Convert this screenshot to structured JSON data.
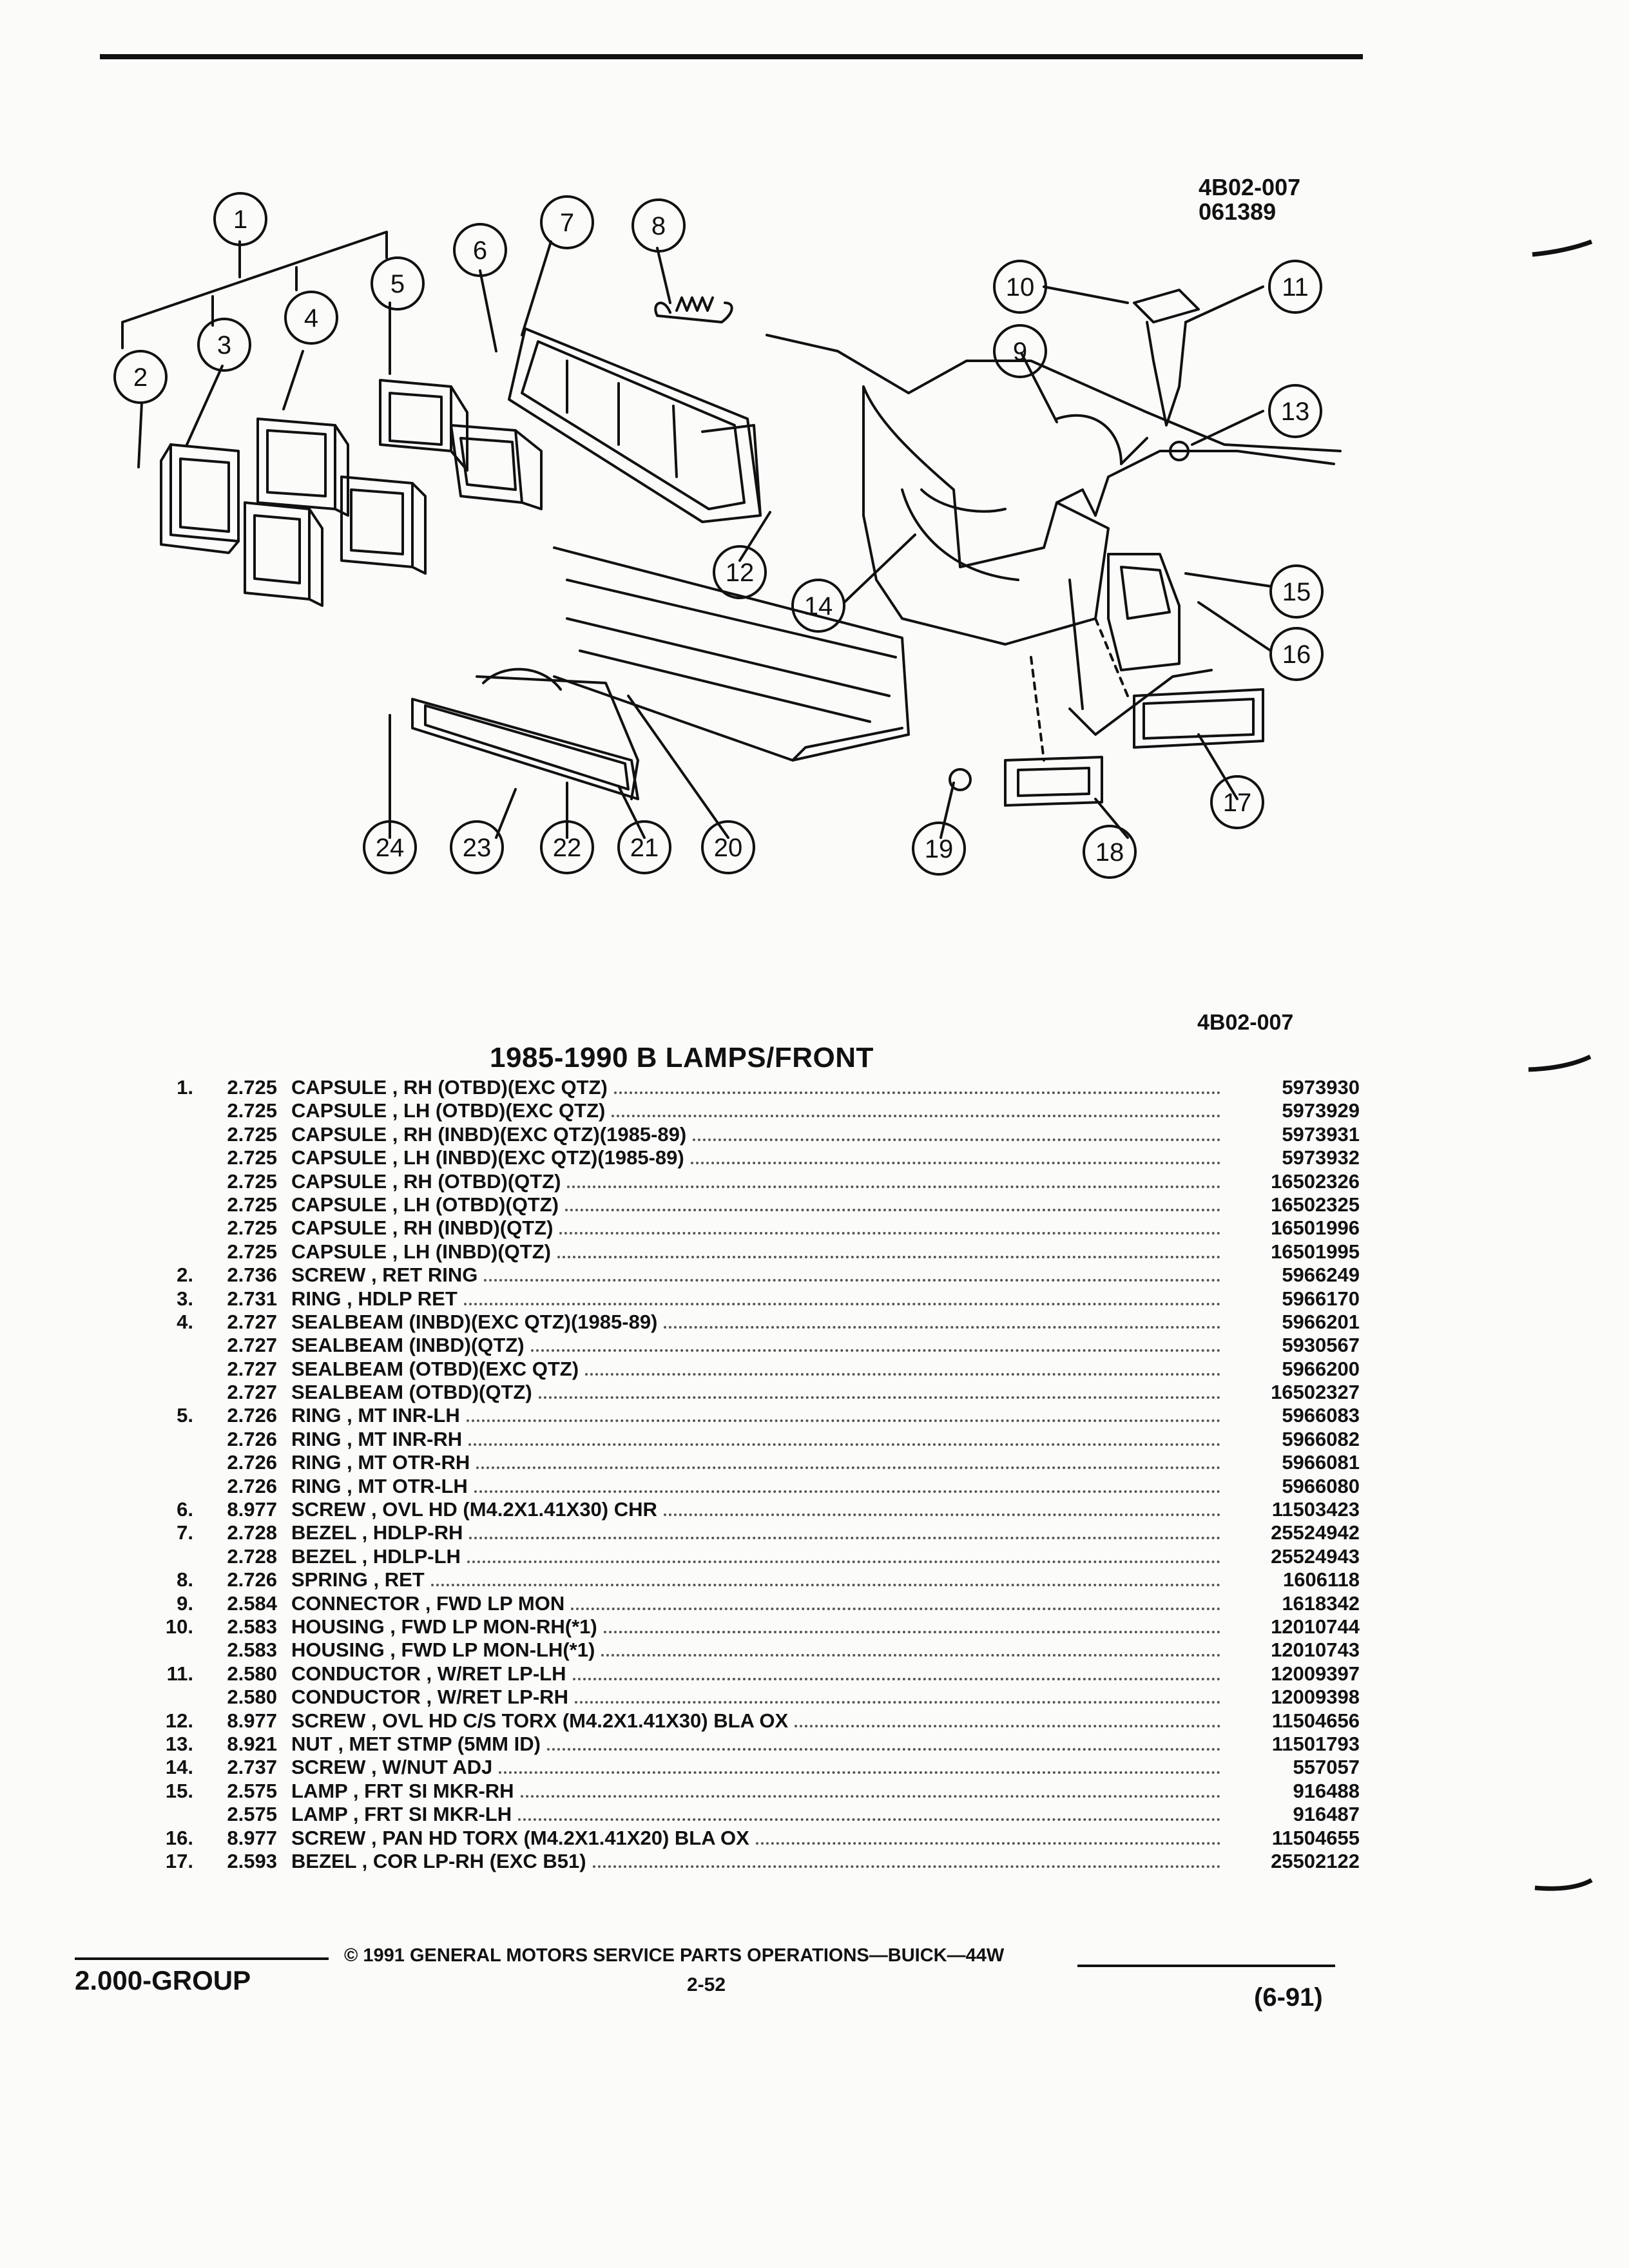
{
  "figure": {
    "ref_top": "4B02-007",
    "date_code": "061389",
    "ref_bottom": "4B02-007"
  },
  "callouts": [
    "1",
    "2",
    "3",
    "4",
    "5",
    "6",
    "7",
    "8",
    "9",
    "10",
    "11",
    "12",
    "13",
    "14",
    "15",
    "16",
    "17",
    "18",
    "19",
    "20",
    "21",
    "22",
    "23",
    "24"
  ],
  "title": "1985-1990 B LAMPS/FRONT",
  "parts": [
    {
      "item": "1.",
      "cat": "2.725",
      "desc": "CAPSULE , RH (OTBD)(EXC QTZ)",
      "pn": "5973930"
    },
    {
      "item": "",
      "cat": "2.725",
      "desc": "CAPSULE , LH (OTBD)(EXC QTZ)",
      "pn": "5973929"
    },
    {
      "item": "",
      "cat": "2.725",
      "desc": "CAPSULE , RH (INBD)(EXC QTZ)(1985-89)",
      "pn": "5973931"
    },
    {
      "item": "",
      "cat": "2.725",
      "desc": "CAPSULE , LH (INBD)(EXC QTZ)(1985-89)",
      "pn": "5973932"
    },
    {
      "item": "",
      "cat": "2.725",
      "desc": "CAPSULE , RH (OTBD)(QTZ)",
      "pn": "16502326"
    },
    {
      "item": "",
      "cat": "2.725",
      "desc": "CAPSULE , LH (OTBD)(QTZ)",
      "pn": "16502325"
    },
    {
      "item": "",
      "cat": "2.725",
      "desc": "CAPSULE , RH (INBD)(QTZ)",
      "pn": "16501996"
    },
    {
      "item": "",
      "cat": "2.725",
      "desc": "CAPSULE , LH (INBD)(QTZ)",
      "pn": "16501995"
    },
    {
      "item": "2.",
      "cat": "2.736",
      "desc": "SCREW , RET RING",
      "pn": "5966249"
    },
    {
      "item": "3.",
      "cat": "2.731",
      "desc": "RING , HDLP RET",
      "pn": "5966170"
    },
    {
      "item": "4.",
      "cat": "2.727",
      "desc": "SEALBEAM (INBD)(EXC QTZ)(1985-89)",
      "pn": "5966201"
    },
    {
      "item": "",
      "cat": "2.727",
      "desc": "SEALBEAM (INBD)(QTZ)",
      "pn": "5930567"
    },
    {
      "item": "",
      "cat": "2.727",
      "desc": "SEALBEAM (OTBD)(EXC QTZ)",
      "pn": "5966200"
    },
    {
      "item": "",
      "cat": "2.727",
      "desc": "SEALBEAM (OTBD)(QTZ)",
      "pn": "16502327"
    },
    {
      "item": "5.",
      "cat": "2.726",
      "desc": "RING , MT INR-LH",
      "pn": "5966083"
    },
    {
      "item": "",
      "cat": "2.726",
      "desc": "RING , MT INR-RH",
      "pn": "5966082"
    },
    {
      "item": "",
      "cat": "2.726",
      "desc": "RING , MT OTR-RH",
      "pn": "5966081"
    },
    {
      "item": "",
      "cat": "2.726",
      "desc": "RING , MT OTR-LH",
      "pn": "5966080"
    },
    {
      "item": "6.",
      "cat": "8.977",
      "desc": "SCREW , OVL HD (M4.2X1.41X30) CHR",
      "pn": "11503423"
    },
    {
      "item": "7.",
      "cat": "2.728",
      "desc": "BEZEL , HDLP-RH",
      "pn": "25524942"
    },
    {
      "item": "",
      "cat": "2.728",
      "desc": "BEZEL , HDLP-LH",
      "pn": "25524943"
    },
    {
      "item": "8.",
      "cat": "2.726",
      "desc": "SPRING , RET",
      "pn": "1606118"
    },
    {
      "item": "9.",
      "cat": "2.584",
      "desc": "CONNECTOR , FWD LP MON",
      "pn": "1618342"
    },
    {
      "item": "10.",
      "cat": "2.583",
      "desc": "HOUSING , FWD LP MON-RH(*1)",
      "pn": "12010744"
    },
    {
      "item": "",
      "cat": "2.583",
      "desc": "HOUSING , FWD LP MON-LH(*1)",
      "pn": "12010743"
    },
    {
      "item": "11.",
      "cat": "2.580",
      "desc": "CONDUCTOR , W/RET LP-LH",
      "pn": "12009397"
    },
    {
      "item": "",
      "cat": "2.580",
      "desc": "CONDUCTOR , W/RET LP-RH",
      "pn": "12009398"
    },
    {
      "item": "12.",
      "cat": "8.977",
      "desc": "SCREW , OVL HD C/S TORX (M4.2X1.41X30) BLA OX",
      "pn": "11504656"
    },
    {
      "item": "13.",
      "cat": "8.921",
      "desc": "NUT , MET STMP (5MM ID)",
      "pn": "11501793"
    },
    {
      "item": "14.",
      "cat": "2.737",
      "desc": "SCREW , W/NUT ADJ",
      "pn": "557057"
    },
    {
      "item": "15.",
      "cat": "2.575",
      "desc": "LAMP , FRT SI MKR-RH",
      "pn": "916488"
    },
    {
      "item": "",
      "cat": "2.575",
      "desc": "LAMP , FRT SI MKR-LH",
      "pn": "916487"
    },
    {
      "item": "16.",
      "cat": "8.977",
      "desc": "SCREW , PAN HD TORX (M4.2X1.41X20) BLA OX",
      "pn": "11504655"
    },
    {
      "item": "17.",
      "cat": "2.593",
      "desc": "BEZEL , COR LP-RH (EXC B51)",
      "pn": "25502122"
    }
  ],
  "footer": {
    "group": "2.000-GROUP",
    "copyright": "© 1991 GENERAL MOTORS SERVICE PARTS OPERATIONS—BUICK—44W",
    "page": "2-52",
    "date": "(6-91)"
  }
}
